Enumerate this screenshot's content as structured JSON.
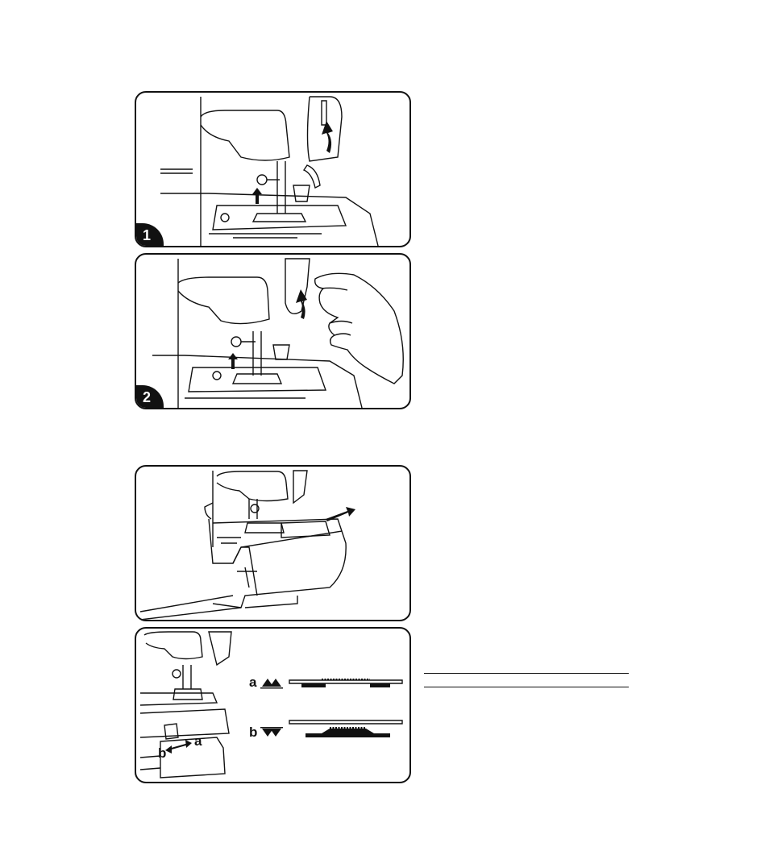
{
  "panels": [
    {
      "id": "1",
      "badge": "1"
    },
    {
      "id": "2",
      "badge": "2"
    },
    {
      "id": "3",
      "badge": ""
    },
    {
      "id": "4",
      "badge": ""
    }
  ],
  "feed_dog": {
    "label_a": "a",
    "label_b": "b",
    "lever_label_a": "a",
    "lever_label_b": "b"
  }
}
